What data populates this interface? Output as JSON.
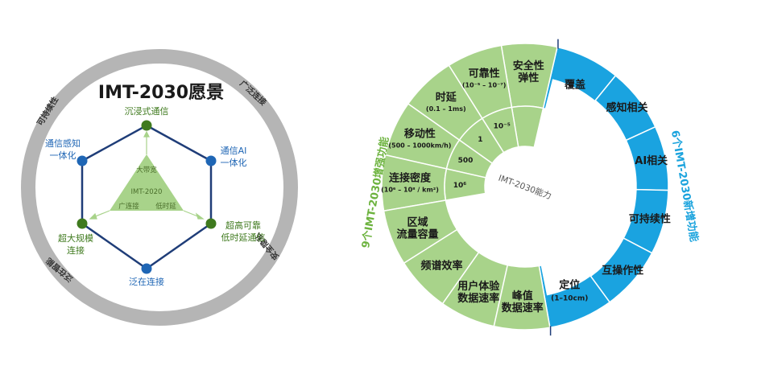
{
  "left_diagram": {
    "title": "IMT-2030愿景",
    "ring_labels": [
      "可持续性",
      "广泛连接",
      "安全隐私",
      "泛在智能"
    ],
    "nodes": [
      {
        "id": "top",
        "label": [
          "沉浸式通信"
        ],
        "color": "#3f7a1e"
      },
      {
        "id": "upper-right",
        "label": [
          "通信AI",
          "一体化"
        ],
        "color": "#1f66b5"
      },
      {
        "id": "lower-right",
        "label": [
          "超高可靠",
          "低时延通信"
        ],
        "color": "#3f7a1e"
      },
      {
        "id": "bottom",
        "label": [
          "泛在连接"
        ],
        "color": "#1f66b5"
      },
      {
        "id": "lower-left",
        "label": [
          "超大规模",
          "连接"
        ],
        "color": "#3f7a1e"
      },
      {
        "id": "upper-left",
        "label": [
          "通信感知",
          "一体化"
        ],
        "color": "#1f66b5"
      }
    ],
    "triangle": {
      "center": "IMT-2020",
      "top": "大带宽",
      "left": "广连接",
      "right": "低时延"
    }
  },
  "right_diagram": {
    "center_label": "IMT-2030能力",
    "green_caption": "9个IMT-2030增强功能",
    "blue_caption": "6个IMT-2030新增功能",
    "enhanced": [
      {
        "name": [
          "安全性",
          "弹性"
        ],
        "sub": "",
        "value": ""
      },
      {
        "name": [
          "可靠性"
        ],
        "sub": "(10⁻⁵ – 10⁻⁷)",
        "value": "10⁻⁵"
      },
      {
        "name": [
          "时延"
        ],
        "sub": "(0.1 – 1ms)",
        "value": "1"
      },
      {
        "name": [
          "移动性"
        ],
        "sub": "(500 – 1000km/h)",
        "value": "500"
      },
      {
        "name": [
          "连接密度"
        ],
        "sub": "(10⁶ – 10⁸ / km²)",
        "value": "10⁶"
      },
      {
        "name": [
          "区域",
          "流量容量"
        ],
        "sub": "",
        "value": ""
      },
      {
        "name": [
          "频谱效率"
        ],
        "sub": "",
        "value": ""
      },
      {
        "name": [
          "用户体验",
          "数据速率"
        ],
        "sub": "",
        "value": ""
      },
      {
        "name": [
          "峰值",
          "数据速率"
        ],
        "sub": "",
        "value": ""
      }
    ],
    "new": [
      {
        "name": [
          "覆盖"
        ]
      },
      {
        "name": [
          "感知相关"
        ]
      },
      {
        "name": [
          "AI相关"
        ]
      },
      {
        "name": [
          "可持续性"
        ]
      },
      {
        "name": [
          "互操作性"
        ]
      },
      {
        "name": [
          "定位",
          "(1–10cm)"
        ]
      }
    ],
    "colors": {
      "green": "#a8d38a",
      "blue": "#1aa3e0",
      "ring": "#b5b5b5"
    }
  }
}
